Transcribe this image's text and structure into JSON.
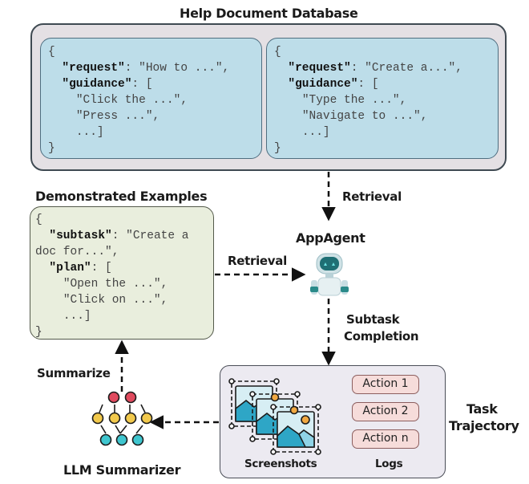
{
  "diagram": {
    "help_db": {
      "title": "Help Document Database",
      "cards": [
        {
          "open": "{",
          "key1": "\"request\"",
          "val1": ": \"How to ...\",",
          "key2": "\"guidance\"",
          "val2": ": [",
          "items": [
            "\"Click the ...\",",
            "\"Press ...\",",
            "...]"
          ],
          "close": "}"
        },
        {
          "open": "{",
          "key1": "\"request\"",
          "val1": ": \"Create a...\",",
          "key2": "\"guidance\"",
          "val2": ": [",
          "items": [
            "\"Type the ...\",",
            "\"Navigate to ...\",",
            "...]"
          ],
          "close": "}"
        }
      ]
    },
    "demo": {
      "title": "Demonstrated Examples",
      "open": "{",
      "key1": "\"subtask\"",
      "val1": ": \"Create a",
      "val1_cont": "doc for...\",",
      "key2": "\"plan\"",
      "val2": ": [",
      "items": [
        "\"Open the ...\",",
        "\"Click on ...\",",
        "...]"
      ],
      "close": "}"
    },
    "agent": {
      "title": "AppAgent",
      "icon": "robot-icon"
    },
    "edges": {
      "retrieval_top": "Retrieval",
      "retrieval_left": "Retrieval",
      "subtask_line1": "Subtask",
      "subtask_line2": "Completion",
      "summarize": "Summarize"
    },
    "trajectory": {
      "title_line1": "Task",
      "title_line2": "Trajectory",
      "screenshots_label": "Screenshots",
      "logs_label": "Logs",
      "actions": [
        "Action 1",
        "Action 2",
        "Action n"
      ]
    },
    "summarizer": {
      "title": "LLM Summarizer",
      "icon": "neural-network-icon"
    },
    "colors": {
      "db_outer": "#e4e0e4",
      "doc_card": "#bddde9",
      "demo_card": "#e9eedd",
      "trajectory": "#eceaf1",
      "action": "#f6dcda",
      "node_red": "#e04a5e",
      "node_yellow": "#f2c94c",
      "node_teal": "#3fc6cf",
      "robot_teal": "#1f7d80"
    }
  }
}
